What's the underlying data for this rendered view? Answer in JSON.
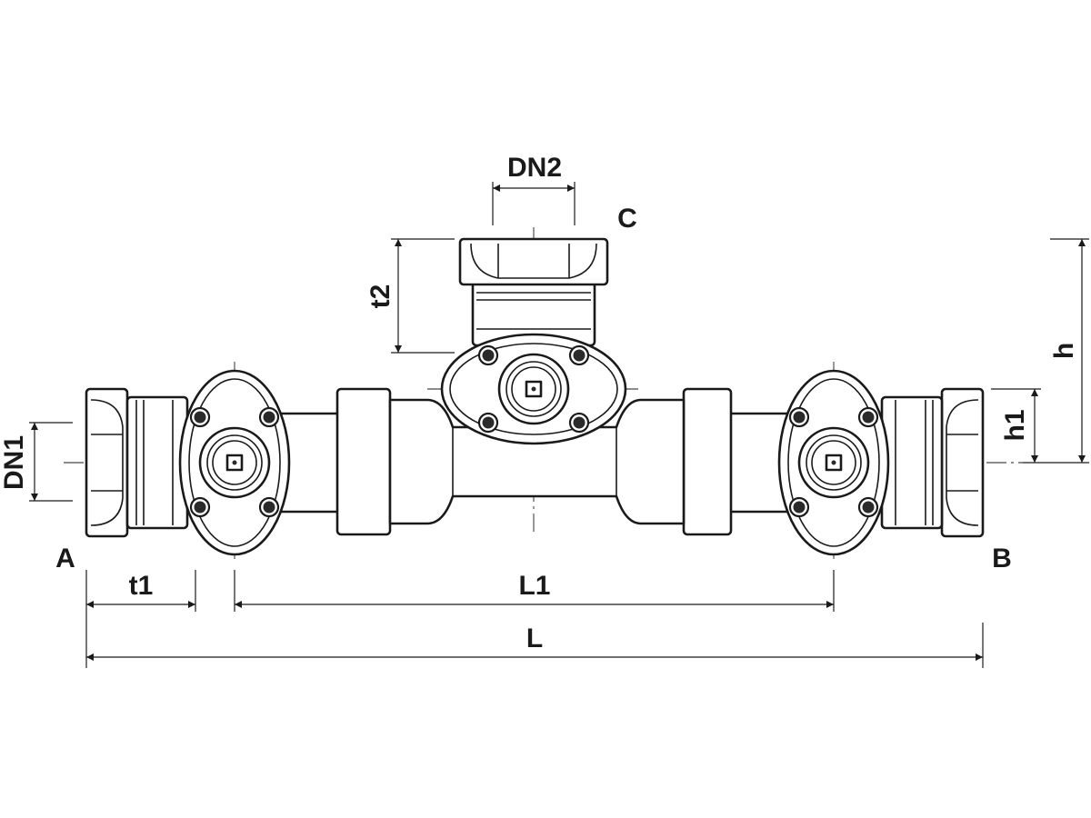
{
  "labels": {
    "port_a": "A",
    "port_b": "B",
    "port_c": "C",
    "dn1": "DN1",
    "dn2": "DN2",
    "t1": "t1",
    "t2": "t2",
    "l": "L",
    "l1": "L1",
    "h": "h",
    "h1": "h1"
  },
  "colors": {
    "line": "#1a1a1a",
    "background": "#ffffff"
  }
}
